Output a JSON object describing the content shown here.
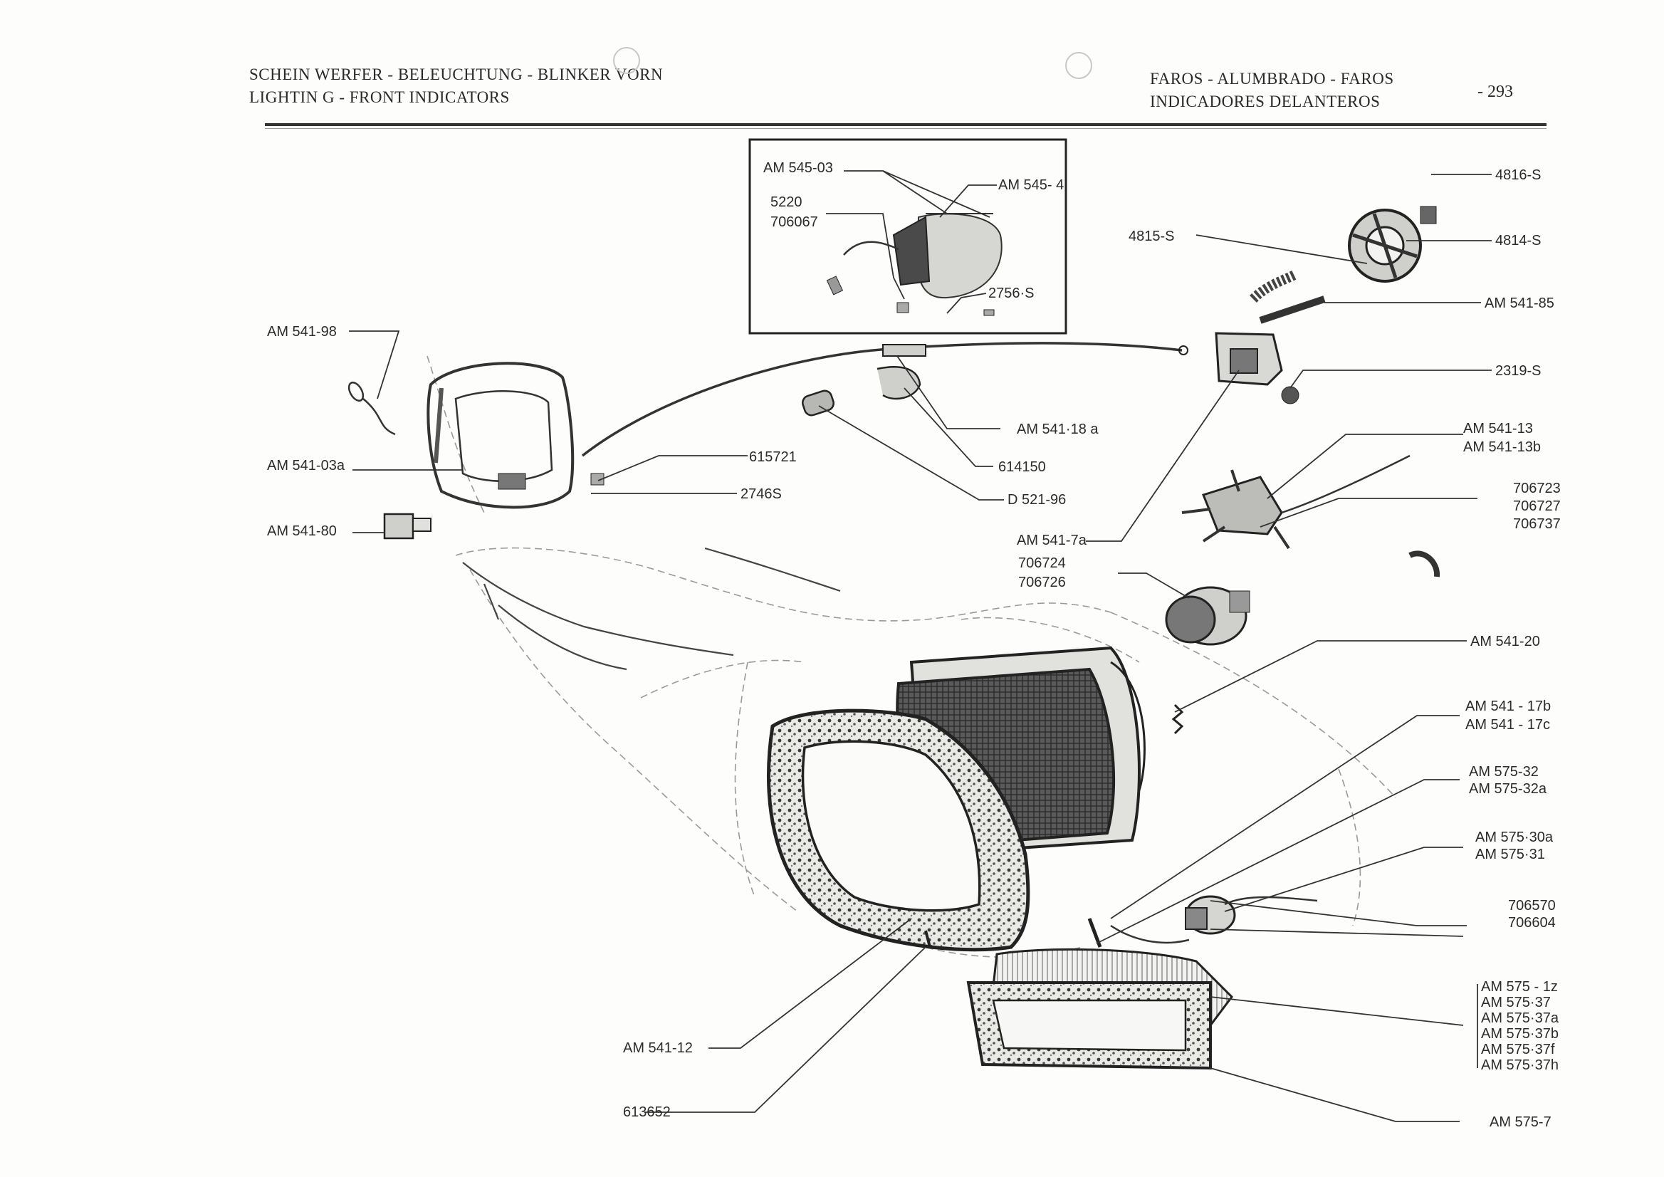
{
  "header": {
    "de_line1": "SCHEIN WERFER - BELEUCHTUNG - BLINKER VORN",
    "en_line2": "LIGHTIN G - FRONT INDICATORS",
    "es_line1": "FAROS - ALUMBRADO - FAROS",
    "es_line2": "INDICADORES DELANTEROS",
    "page_number": "- 293"
  },
  "labels": {
    "am545_03": "AM 545-03",
    "am545_4": "AM 545- 4",
    "p5220": "5220",
    "p706067": "706067",
    "p2756s": "2756·S",
    "am541_98": "AM 541-98",
    "am541_03a": "AM 541-03a",
    "am541_80": "AM 541-80",
    "p615721": "615721",
    "p2746s": "2746S",
    "am541_18a": "AM 541·18 a",
    "p614150": "614150",
    "d521_96": "D 521-96",
    "am541_7a": "AM 541-7a",
    "p4815s": "4815-S",
    "p4816s": "4816-S",
    "p4814s": "4814-S",
    "am541_85": "AM 541-85",
    "p2319s": "2319-S",
    "am541_13": "AM 541-13",
    "am541_13b": "AM 541-13b",
    "p706723": "706723",
    "p706727": "706727",
    "p706737": "706737",
    "p706724": "706724",
    "p706726": "706726",
    "am541_20": "AM 541-20",
    "am541_17b": "AM 541 - 17b",
    "am541_17c": "AM 541 - 17c",
    "am575_32": "AM 575-32",
    "am575_32a": "AM 575-32a",
    "am575_30a": "AM 575·30a",
    "am575_31": "AM 575·31",
    "p706570": "706570",
    "p706604": "706604",
    "am575_1z": "AM 575 - 1z",
    "am575_37": "AM 575·37",
    "am575_37a": "AM 575·37a",
    "am575_37b": "AM 575·37b",
    "am575_37f": "AM 575·37f",
    "am575_37h": "AM 575·37h",
    "am541_12": "AM 541-12",
    "p613652": "613652",
    "am575_7": "AM 575-7"
  }
}
